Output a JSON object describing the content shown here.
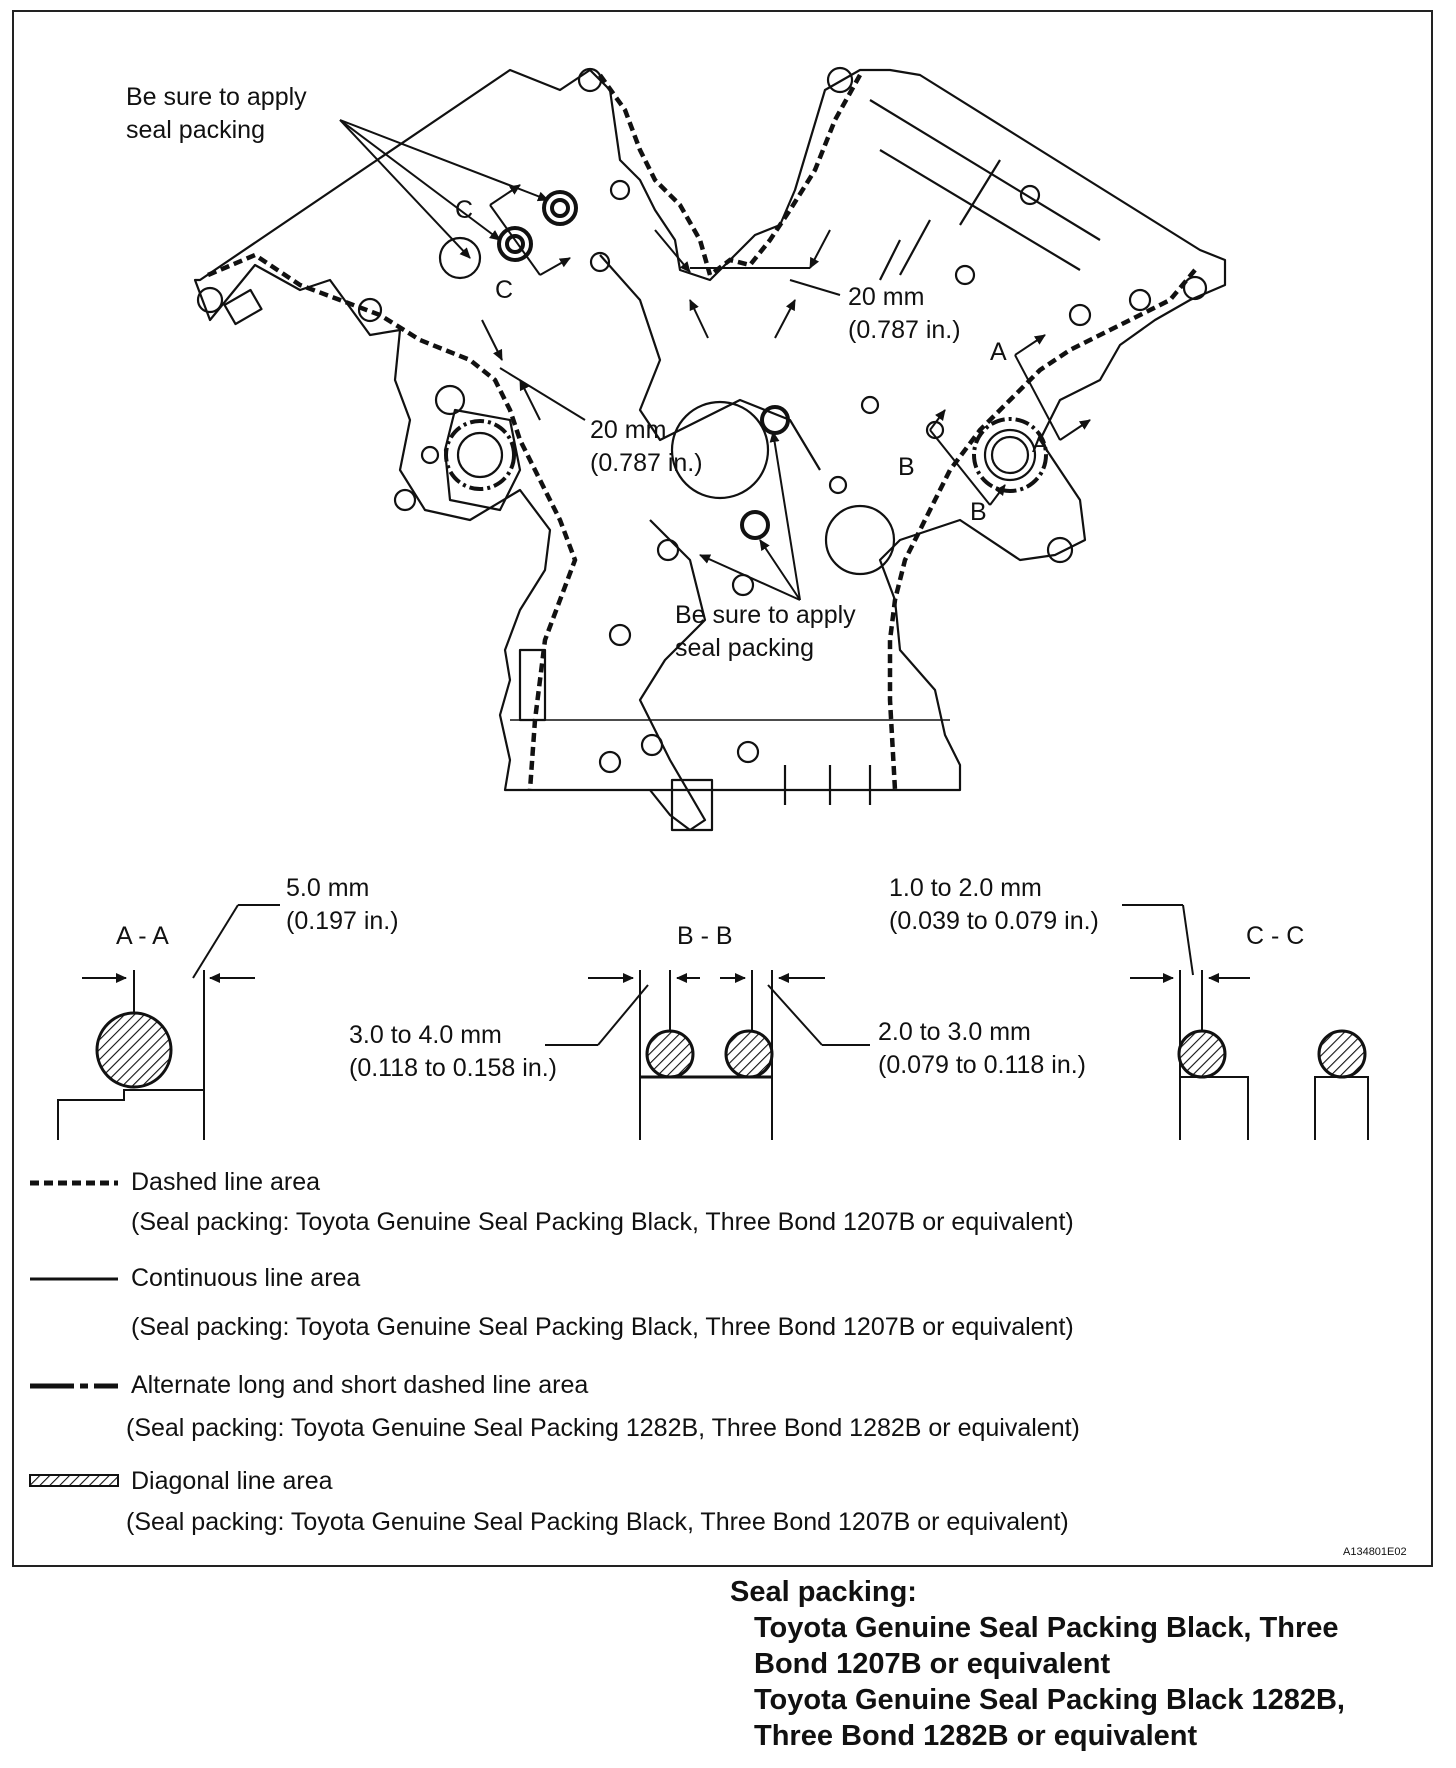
{
  "callouts": {
    "apply_top_l1": "Be sure to apply",
    "apply_top_l2": "seal packing",
    "apply_mid_l1": "Be sure to apply",
    "apply_mid_l2": "seal packing",
    "dim_right_l1": "20 mm",
    "dim_right_l2": "(0.787 in.)",
    "dim_center_l1": "20 mm",
    "dim_center_l2": "(0.787 in.)"
  },
  "section_marks": {
    "A": "A",
    "B": "B",
    "C": "C"
  },
  "sections": {
    "aa": {
      "title": "A - A",
      "dim_l1": "5.0 mm",
      "dim_l2": "(0.197 in.)"
    },
    "bb": {
      "title": "B - B",
      "left_l1": "3.0 to 4.0 mm",
      "left_l2": "(0.118 to 0.158 in.)",
      "right_l1": "2.0 to 3.0 mm",
      "right_l2": "(0.079 to 0.118 in.)"
    },
    "cc": {
      "title": "C - C",
      "dim_l1": "1.0 to 2.0 mm",
      "dim_l2": "(0.039 to 0.079 in.)"
    }
  },
  "legend": [
    {
      "name": "Dashed line area",
      "desc": "(Seal packing: Toyota Genuine Seal Packing Black, Three Bond 1207B or equivalent)"
    },
    {
      "name": "Continuous line area",
      "desc": "(Seal packing: Toyota Genuine Seal Packing Black, Three Bond 1207B or equivalent)"
    },
    {
      "name": "Alternate long and short dashed line area",
      "desc": "(Seal packing: Toyota Genuine Seal Packing 1282B, Three Bond 1282B or equivalent)"
    },
    {
      "name": "Diagonal line area",
      "desc": "(Seal packing: Toyota Genuine Seal Packing Black, Three Bond 1207B or equivalent)"
    }
  ],
  "figure_code": "A134801E02",
  "seal_packing": {
    "heading": "Seal packing:",
    "line1": "Toyota Genuine Seal Packing Black, Three",
    "line2": "Bond 1207B or equivalent",
    "line3": "Toyota Genuine Seal Packing Black 1282B,",
    "line4": "Three Bond 1282B or equivalent"
  }
}
